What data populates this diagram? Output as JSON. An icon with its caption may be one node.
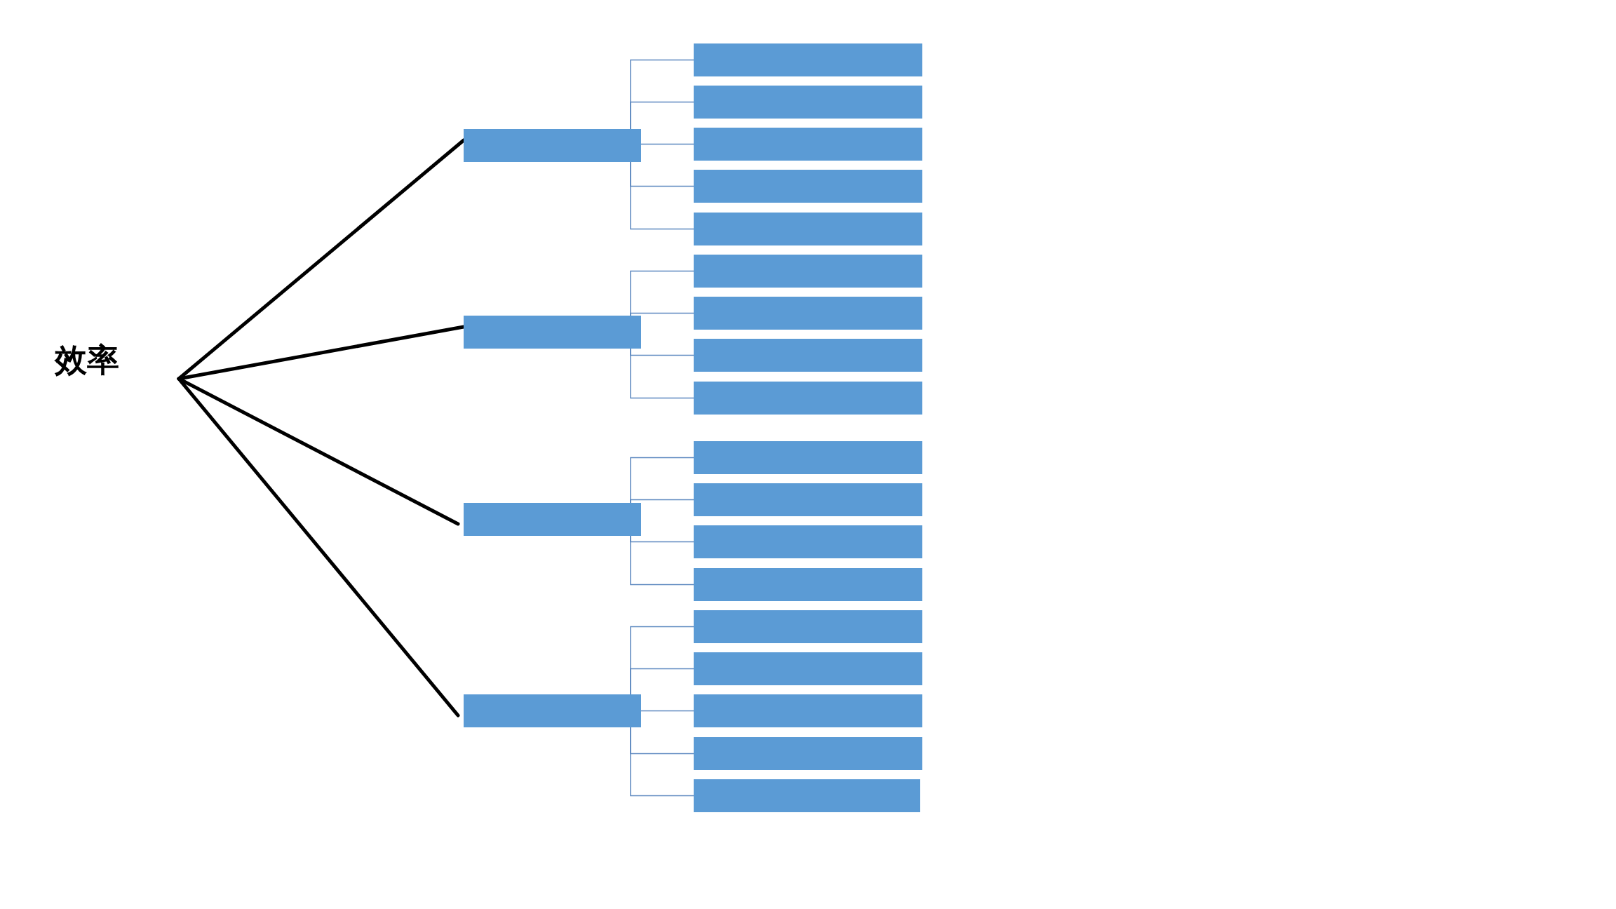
{
  "diagram": {
    "nodes": [
      {
        "text": [
          "效率"
        ]
      },
      {
        "text": [],
        "shape": "box"
      },
      {
        "text": [],
        "shape": "box"
      },
      {
        "text": [],
        "shape": "box"
      },
      {
        "text": [],
        "shape": "box"
      },
      {
        "text": [],
        "shape": "box"
      },
      {
        "text": [],
        "shape": "box"
      },
      {
        "text": [],
        "shape": "box"
      },
      {
        "text": [],
        "shape": "box"
      },
      {
        "text": [],
        "shape": "box"
      },
      {
        "text": [],
        "shape": "box"
      },
      {
        "text": [],
        "shape": "box"
      },
      {
        "text": [],
        "shape": "box"
      },
      {
        "text": [],
        "shape": "box"
      },
      {
        "text": [],
        "shape": "box"
      },
      {
        "text": [],
        "shape": "box"
      },
      {
        "text": [],
        "shape": "box"
      },
      {
        "text": [],
        "shape": "box"
      },
      {
        "text": [],
        "shape": "box"
      },
      {
        "text": [],
        "shape": "box"
      },
      {
        "text": [],
        "shape": "box"
      },
      {
        "text": [],
        "shape": "box"
      },
      {
        "text": [],
        "shape": "box"
      }
    ],
    "edges": [
      {
        "from": 0,
        "to": 1,
        "arrow": "none",
        "style": "thick",
        "color": "#000000"
      },
      {
        "from": 0,
        "to": 2,
        "arrow": "none",
        "style": "thick",
        "color": "#000000"
      },
      {
        "from": 0,
        "to": 3,
        "arrow": "none",
        "style": "thick",
        "color": "#000000"
      },
      {
        "from": 0,
        "to": 4,
        "arrow": "none",
        "style": "thick",
        "color": "#000000"
      },
      {
        "from": 1,
        "to": 5,
        "arrow": "none"
      },
      {
        "from": 1,
        "to": 6,
        "arrow": "none"
      },
      {
        "from": 1,
        "to": 7,
        "arrow": "none"
      },
      {
        "from": 1,
        "to": 8,
        "arrow": "none"
      },
      {
        "from": 1,
        "to": 9,
        "arrow": "none"
      },
      {
        "from": 2,
        "to": 10,
        "arrow": "none"
      },
      {
        "from": 2,
        "to": 11,
        "arrow": "none"
      },
      {
        "from": 2,
        "to": 12,
        "arrow": "none"
      },
      {
        "from": 2,
        "to": 13,
        "arrow": "none"
      },
      {
        "from": 3,
        "to": 14,
        "arrow": "none"
      },
      {
        "from": 3,
        "to": 15,
        "arrow": "none"
      },
      {
        "from": 3,
        "to": 16,
        "arrow": "none"
      },
      {
        "from": 3,
        "to": 17,
        "arrow": "none"
      },
      {
        "from": 4,
        "to": 18,
        "arrow": "none"
      },
      {
        "from": 4,
        "to": 19,
        "arrow": "none"
      },
      {
        "from": 4,
        "to": 20,
        "arrow": "none"
      },
      {
        "from": 4,
        "to": 21,
        "arrow": "none"
      },
      {
        "from": 4,
        "to": 22,
        "arrow": "none"
      }
    ]
  }
}
